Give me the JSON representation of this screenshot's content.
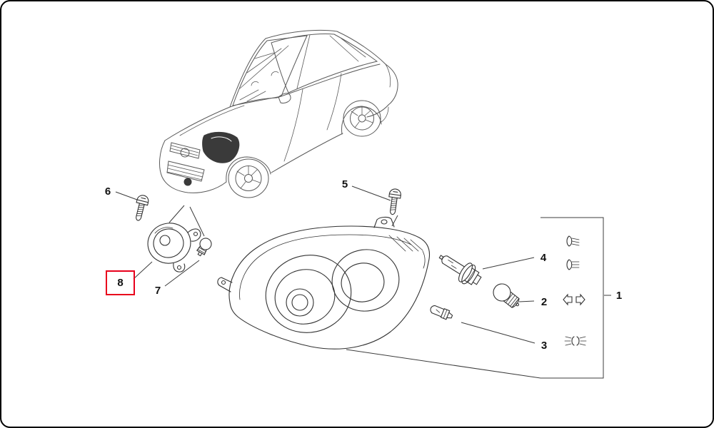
{
  "labels": {
    "part1": "1",
    "part2": "2",
    "part3": "3",
    "part4": "4",
    "part5": "5",
    "part6": "6",
    "part7": "7",
    "part8": "8"
  },
  "colors": {
    "background": "#ffffff",
    "line": "#3c3c3c",
    "highlight": "#e8001c"
  },
  "icons": {
    "legend": [
      "low-beam-icon",
      "high-beam-icon",
      "turn-signal-arrows-icon",
      "position-lamp-icon"
    ]
  }
}
